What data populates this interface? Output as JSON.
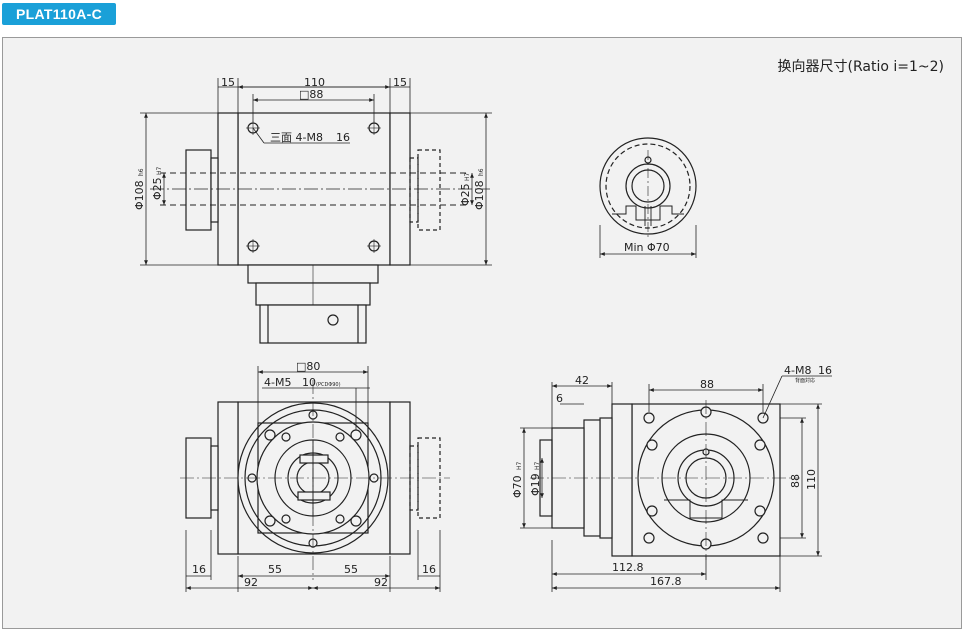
{
  "model": "PLAT110A-C",
  "subtitle": "换向器尺寸(Ratio i=1~2)",
  "top_view": {
    "dim_15_left": "15",
    "dim_110": "110",
    "dim_15_right": "15",
    "dim_sq88": "□88",
    "dim_thread": "三面 4-M8",
    "dim_thread_depth": "16",
    "dim_d108_left": "Φ108",
    "dim_d108_left_tol": "h6",
    "dim_d25_left": "Φ25",
    "dim_d25_left_tol": "H7",
    "dim_d25_right": "Φ25",
    "dim_d25_right_tol": "H7",
    "dim_d108_right": "Φ108",
    "dim_d108_right_tol": "h6"
  },
  "end_view": {
    "dim_min": "Min Φ70"
  },
  "front_view": {
    "dim_sq80": "□80",
    "dim_thread": "4-M5",
    "dim_thread_depth": "10",
    "dim_pcd": "(PCDΦ90)",
    "dim_16_left": "16",
    "dim_55_left": "55",
    "dim_55_right": "55",
    "dim_16_right": "16",
    "dim_92_left": "92",
    "dim_92_right": "92"
  },
  "side_view": {
    "dim_42": "42",
    "dim_6": "6",
    "dim_88_top": "88",
    "dim_thread": "4-M8",
    "dim_thread_depth": "16",
    "dim_thread_note": "背面対応",
    "dim_d70": "Φ70",
    "dim_d70_tol": "H7",
    "dim_d19": "Φ19",
    "dim_d19_tol": "H7",
    "dim_88_right": "88",
    "dim_110_right": "110",
    "dim_112_8": "112.8",
    "dim_167_8": "167.8"
  },
  "colors": {
    "badge": "#1aa0d8",
    "panel": "#f2f2f2",
    "line": "#222222"
  }
}
